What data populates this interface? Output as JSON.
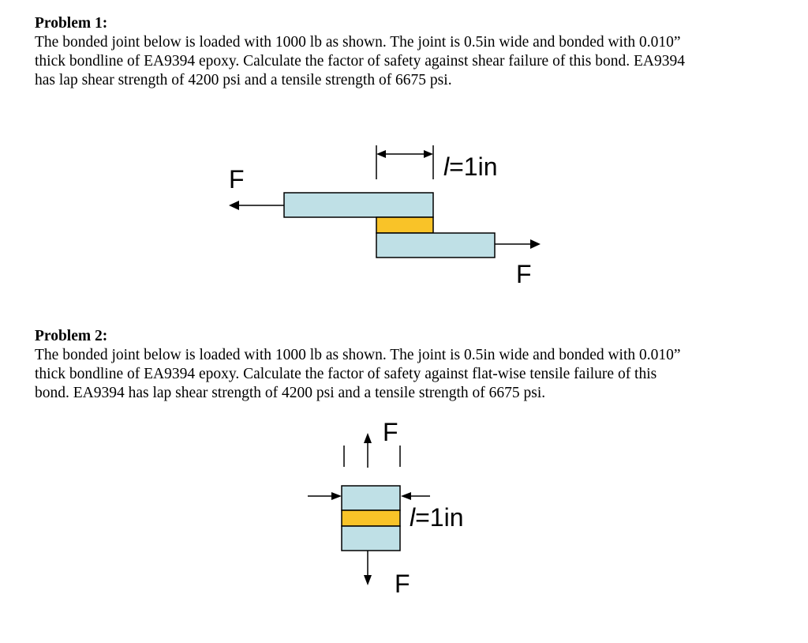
{
  "problem1": {
    "title": "Problem 1:",
    "lines": [
      "The bonded joint below is loaded with 1000 lb as shown.  The joint is 0.5in wide and bonded with 0.010”",
      "thick bondline of EA9394 epoxy.  Calculate the factor of safety against shear failure of this bond.  EA9394",
      "has lap shear strength of 4200 psi and a tensile strength of 6675 psi."
    ],
    "figure": {
      "force_left_label": "F",
      "force_right_label": "F",
      "length_var": "l",
      "length_value": "=1in"
    }
  },
  "problem2": {
    "title": "Problem 2:",
    "lines": [
      "The bonded joint below is loaded with 1000 lb as shown.  The joint is 0.5in wide and bonded with 0.010”",
      "thick bondline of EA9394 epoxy.  Calculate the factor of safety against flat-wise tensile failure of this",
      "bond.  EA9394 has lap shear strength of 4200 psi and a tensile strength of 6675 psi."
    ],
    "figure": {
      "force_top_label": "F",
      "force_bottom_label": "F",
      "length_var": "l",
      "length_value": "=1in"
    }
  },
  "colors": {
    "adherend": "#bfe0e6",
    "bondline": "#f9c328",
    "text": "#000000"
  }
}
